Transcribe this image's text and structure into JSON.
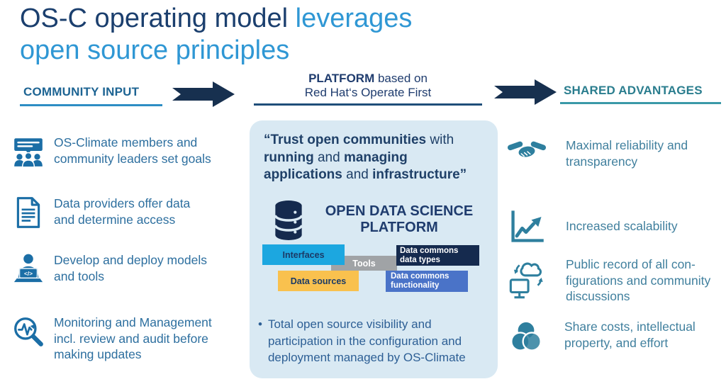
{
  "title": {
    "dark": "OS-C operating model ",
    "light": "leverages",
    "line2": "open source principles"
  },
  "headers": {
    "community": "COMMUNITY INPUT",
    "platform_bold": "PLATFORM",
    "platform_rest": " based on",
    "platform_line2": "Red Hat‘s Operate First",
    "shared": "SHARED ADVANTAGES"
  },
  "quote": {
    "segments": [
      {
        "t": "“Trust open communities",
        "b": true
      },
      {
        "t": " with\n",
        "b": false
      },
      {
        "t": "running",
        "b": true
      },
      {
        "t": " and ",
        "b": false
      },
      {
        "t": "managing",
        "b": true
      },
      {
        "t": "\n",
        "b": false
      },
      {
        "t": "applications",
        "b": true
      },
      {
        "t": " and ",
        "b": false
      },
      {
        "t": "infrastructure”",
        "b": true
      }
    ]
  },
  "community": {
    "items": [
      {
        "icon": "meeting-icon",
        "text": "OS-Climate members and\ncommunity leaders set goals"
      },
      {
        "icon": "document-icon",
        "text": "Data providers offer data\nand determine access"
      },
      {
        "icon": "developer-icon",
        "text": "Develop and deploy models\nand tools"
      },
      {
        "icon": "monitoring-icon",
        "text": "Monitoring and Management\nincl. review and audit before\nmaking updates"
      }
    ]
  },
  "platform": {
    "title_line1": "OPEN DATA SCIENCE",
    "title_line2": "PLATFORM",
    "blocks": {
      "interfaces": "Interfaces",
      "tools": "Tools",
      "data_commons_types": "Data commons data types",
      "data_sources": "Data sources",
      "data_commons_functionality": "Data commons functionality"
    },
    "bullet_marker": "•",
    "bullet": "Total open source visibility and\nparticipation in the configuration and\ndeployment managed by OS-Climate"
  },
  "shared": {
    "items": [
      {
        "icon": "handshake-icon",
        "text": "Maximal reliability and\ntransparency"
      },
      {
        "icon": "growth-chart-icon",
        "text": "Increased scalability"
      },
      {
        "icon": "cloud-sync-icon",
        "text": "Public record of all con-\nfigurations and community\ndiscussions"
      },
      {
        "icon": "venn-diagram-icon",
        "text": "Share costs, intellectual\nproperty, and effort"
      }
    ]
  },
  "colors": {
    "title_navy": "#1b3f6e",
    "title_blue": "#2f97d4",
    "community_header": "#1d6493",
    "community_underline": "#2d8dc4",
    "platform_header": "#1f3c6e",
    "platform_underline": "#1f4e79",
    "shared_header": "#2a7d8e",
    "shared_underline": "#3a99a8",
    "arrow_navy": "#17304f",
    "panel_bg": "#d9e9f3",
    "quote_navy": "#1f4068",
    "left_text": "#2d6f9f",
    "left_icon": "#1b6ea6",
    "right_text": "#41809e",
    "right_icon": "#2e7f9e",
    "block_interfaces": "#1ca7e0",
    "block_tools": "#a0a3a6",
    "block_types": "#152a4e",
    "block_sources": "#f9c14e",
    "block_functionality": "#4a73c8",
    "database_icon": "#152a4e"
  }
}
